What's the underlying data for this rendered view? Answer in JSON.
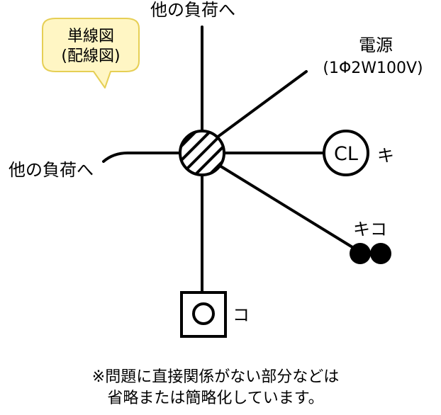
{
  "bubble": {
    "line1": "単線図",
    "line2": "(配線図)",
    "fill": "#fff6c4",
    "stroke": "#e6cf55"
  },
  "labels": {
    "top_load": "他の負荷へ",
    "left_load": "他の負荷へ",
    "power_title": "電源",
    "power_spec": "(1Φ2W100V)",
    "cl_symbol": "CL",
    "cl_switch_letter": "キ",
    "outlet_letters": "キコ",
    "switch_letter": "コ"
  },
  "note": {
    "line1": "※問題に直接関係がない部分などは",
    "line2": "省略または簡略化しています。"
  },
  "icons": {
    "junction_box": "hatched-junction-box-icon",
    "ceiling_light": "ceiling-light-CL-icon",
    "outlet": "double-outlet-icon",
    "switch": "switch-box-icon"
  },
  "colors": {
    "line": "#000000",
    "text": "#000000"
  }
}
